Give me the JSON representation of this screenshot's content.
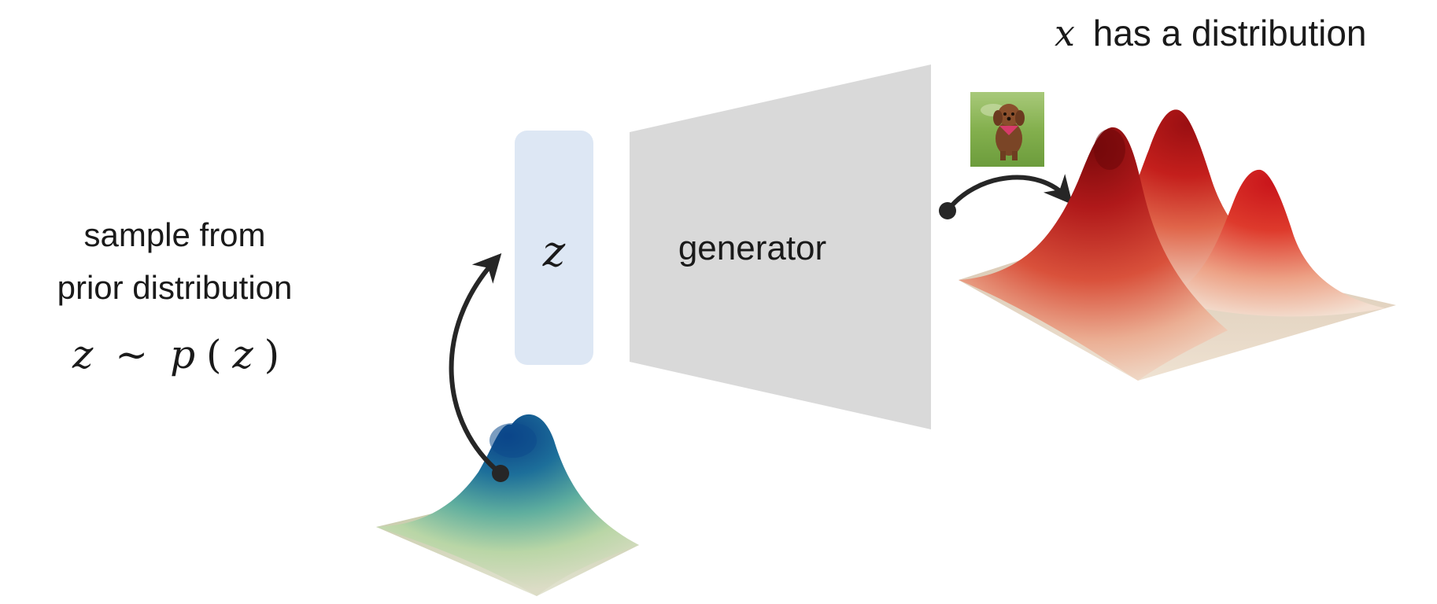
{
  "prior": {
    "caption_line1": "sample from",
    "caption_line2": "prior distribution",
    "formula": {
      "z": "z",
      "sim": "∼",
      "p": "p",
      "open": "(",
      "arg": "z",
      "close": ")"
    }
  },
  "latent": {
    "symbol": "z"
  },
  "generator": {
    "label": "generator"
  },
  "output": {
    "title_var": "x",
    "title_text": "has a distribution"
  },
  "colors": {
    "latent_box": "#dde7f4",
    "generator_body": "#d9d9d9",
    "arrow": "#262626",
    "prior_peak": "#0a4f8f",
    "prior_base": "#d6d9c4",
    "output_peak": "#b80f12",
    "output_base": "#e8d6c4"
  },
  "icons": {
    "prior_surface": "gaussian-surface-icon",
    "output_surface": "multimodal-surface-icon",
    "sample_image": "puppy-photo-thumbnail"
  }
}
